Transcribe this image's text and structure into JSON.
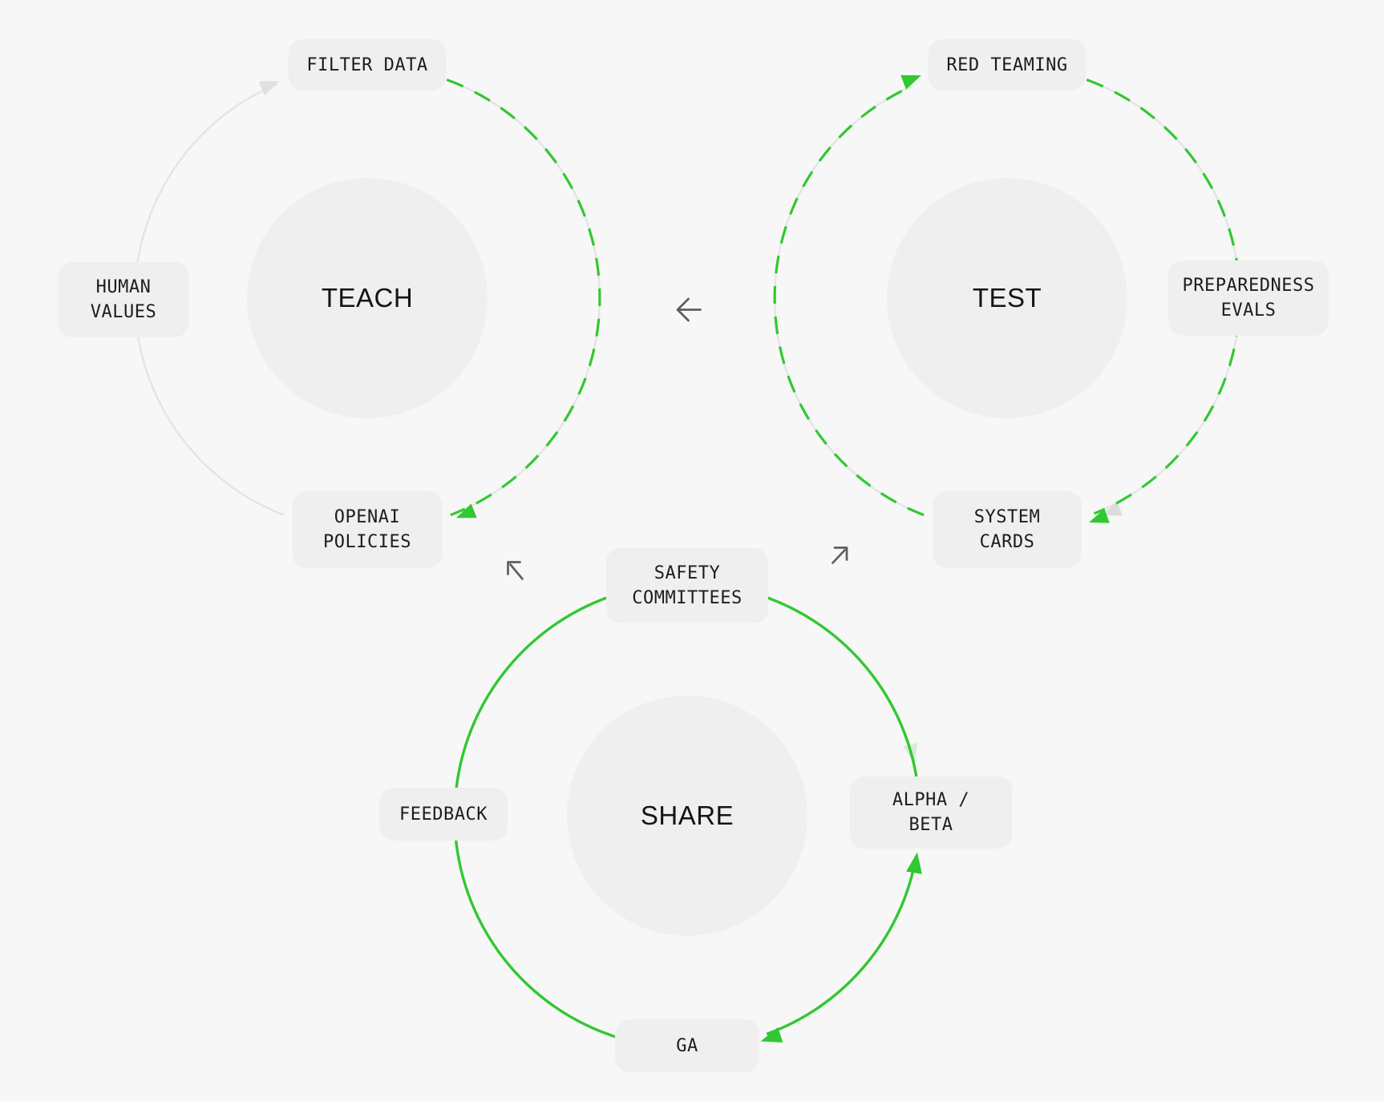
{
  "colors": {
    "background": "#f7f7f7",
    "surface": "#efefef",
    "green": "#31c831",
    "track_gray": "#e4e4e4",
    "gray_arrowhead_light": "#e0e0e0",
    "gray_arrowhead": "#dcdcdc",
    "pale_green_arrowhead": "#d9ead9",
    "arrow_gray": "#5e5e5e",
    "text": "#1c1c1c"
  },
  "cycles": {
    "teach": {
      "title": "TEACH",
      "labels": {
        "filter_data": "FILTER DATA",
        "human_values": "HUMAN\nVALUES",
        "openai_policies": "OPENAI\nPOLICIES"
      }
    },
    "test": {
      "title": "TEST",
      "labels": {
        "red_teaming": "RED TEAMING",
        "preparedness_evals": "PREPAREDNESS\nEVALS",
        "system_cards": "SYSTEM\nCARDS"
      }
    },
    "share": {
      "title": "SHARE",
      "labels": {
        "safety_committees": "SAFETY\nCOMMITTEES",
        "feedback": "FEEDBACK",
        "alpha_beta": "ALPHA /\nBETA",
        "ga": "GA"
      }
    }
  }
}
